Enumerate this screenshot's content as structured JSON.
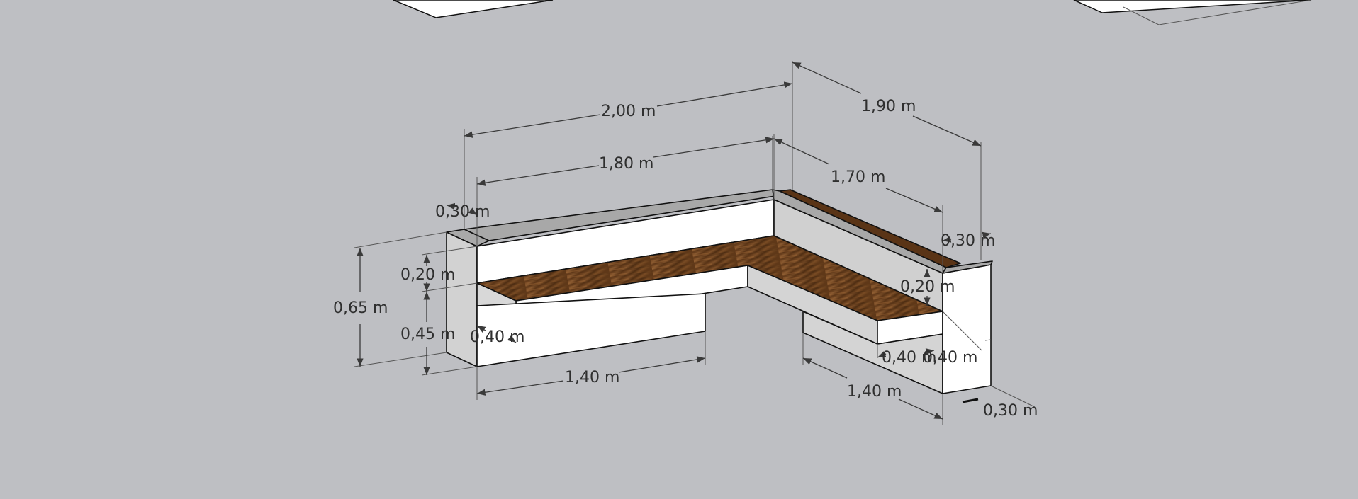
{
  "colors": {
    "background": "#bebfc3",
    "face_front": "#ffffff",
    "face_side": "#d0d0d0",
    "face_top": "#a9a9a9",
    "wood_dark": "#5a3416",
    "wood_light": "#8a5a30",
    "dimension": "#3a3a3a"
  },
  "dimensions": {
    "overall_width": "2,00 m",
    "overall_depth": "1,90 m",
    "inner_width": "1,80 m",
    "inner_depth": "1,70 m",
    "wall_thickness_left": "0,30 m",
    "wall_thickness_right": "0,30 m",
    "wall_thickness_front": "0,30 m",
    "total_height": "0,65 m",
    "backrest_height_left": "0,20 m",
    "backrest_height_right": "0,20 m",
    "seat_height": "0,45 m",
    "seat_depth_left": "0,40 m",
    "seat_depth_right_a": "0,40 m",
    "seat_depth_right_b": "0,40 m",
    "base_length_left": "1,40 m",
    "base_length_right": "1,40 m"
  }
}
